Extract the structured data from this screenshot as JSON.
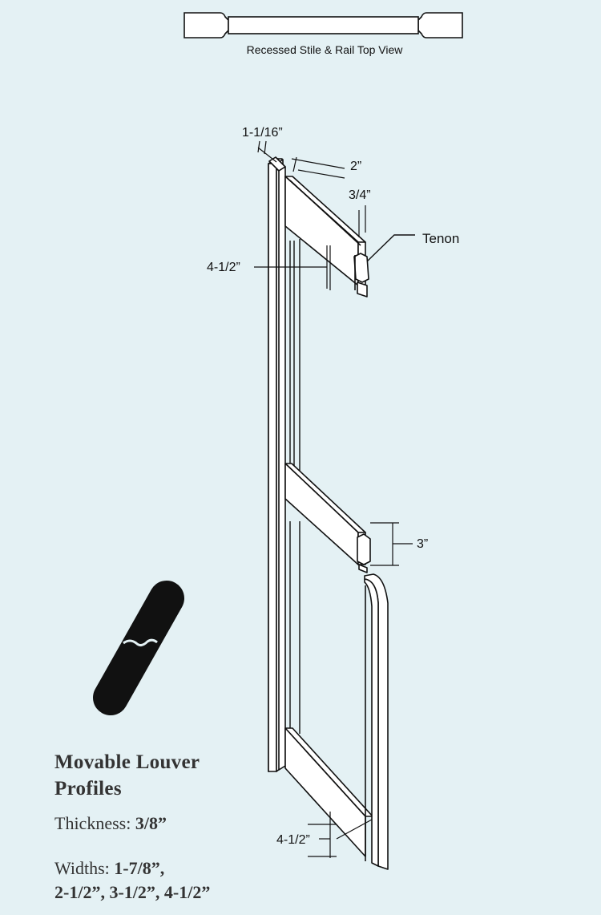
{
  "top_view": {
    "caption": "Recessed Stile & Rail Top View"
  },
  "dimensions": {
    "stile_thickness": "1-1/16”",
    "stile_width": "2”",
    "tenon_thickness": "3/4”",
    "tenon": "Tenon",
    "top_rail_height": "4-1/2”",
    "middle_rail_height": "3”",
    "bottom_rail_height": "4-1/2”"
  },
  "profiles": {
    "title_line1": "Movable Louver",
    "title_line2": "Profiles",
    "thickness_label": "Thickness: ",
    "thickness_value": "3/8”",
    "widths_label": "Widths: ",
    "widths_line1": "1-7/8”,",
    "widths_line2": "2-1/2”, 3-1/2”, 4-1/2”"
  },
  "colors": {
    "background": "#e4f1f4",
    "line": "#111111",
    "louver": "#111111"
  }
}
